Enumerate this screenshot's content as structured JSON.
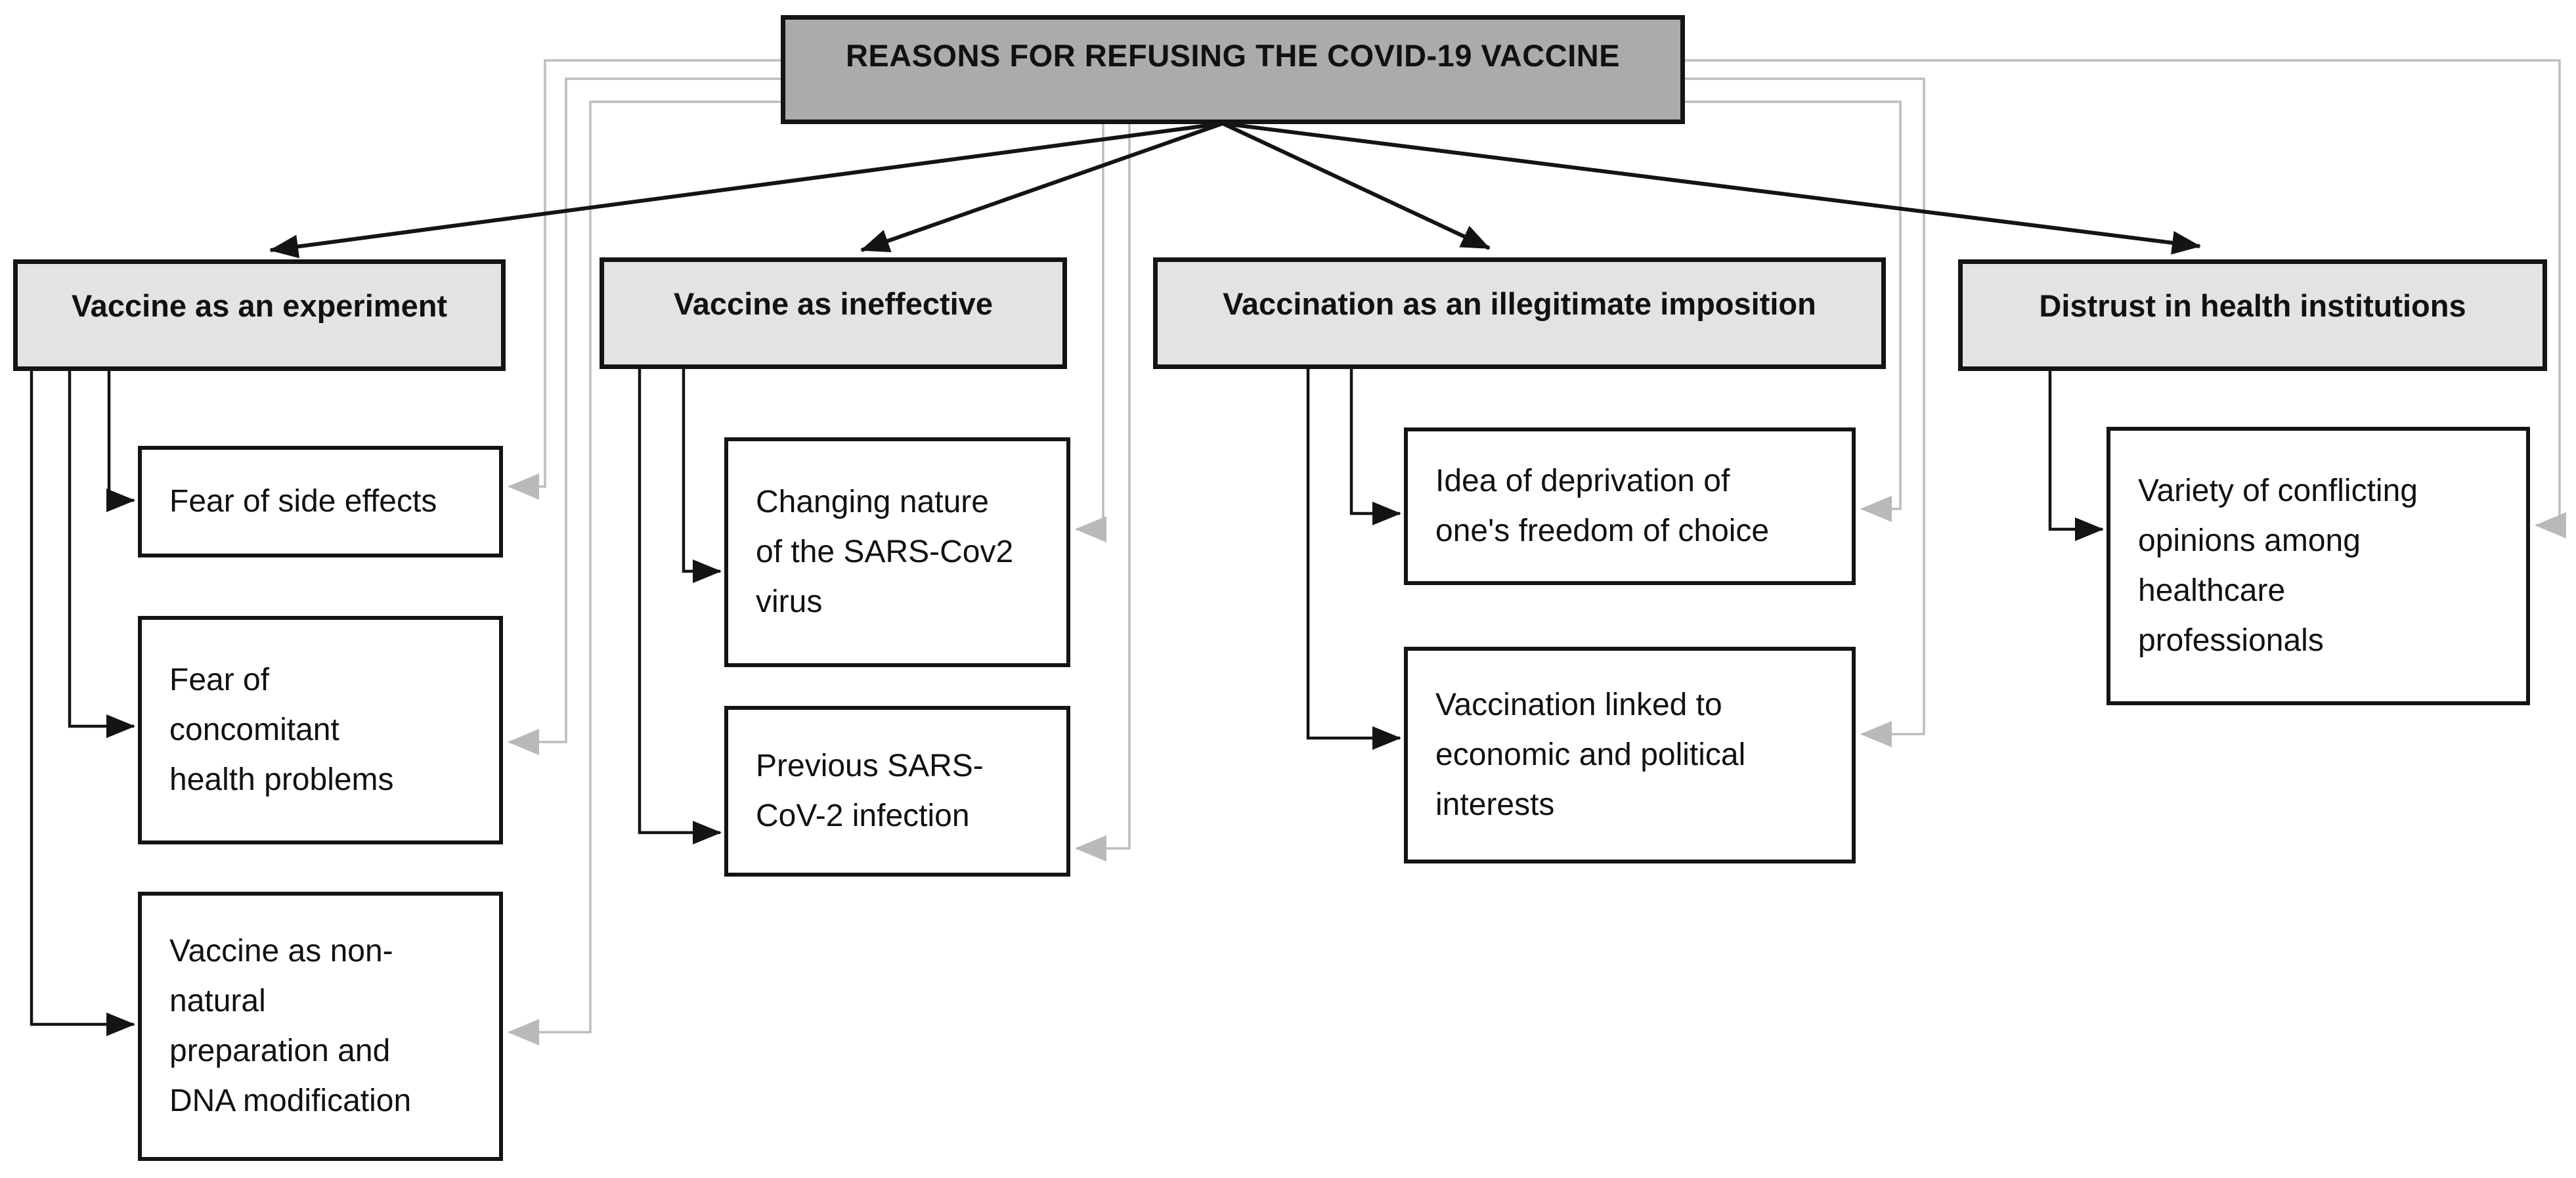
{
  "diagram": {
    "title": "REASONS FOR REFUSING THE COVID-19 VACCINE",
    "colors": {
      "title_fill": "#ababab",
      "category_fill": "#e3e3e3",
      "box_fill": "#ffffff",
      "line_black": "#141414",
      "line_gray": "#bdbdbd"
    },
    "categories": [
      {
        "label": "Vaccine as an experiment",
        "children": [
          {
            "label": "Fear of side effects"
          },
          {
            "label": "Fear of\nconcomitant\nhealth problems"
          },
          {
            "label": "Vaccine as non-\nnatural\npreparation and\nDNA modification"
          }
        ]
      },
      {
        "label": "Vaccine as ineffective",
        "children": [
          {
            "label": "Changing nature\nof the SARS-Cov2\nvirus"
          },
          {
            "label": "Previous SARS-\nCoV-2 infection"
          }
        ]
      },
      {
        "label": "Vaccination as an illegitimate imposition",
        "children": [
          {
            "label": "Idea of deprivation of\none's freedom of choice"
          },
          {
            "label": "Vaccination linked to\neconomic and political\ninterests"
          }
        ]
      },
      {
        "label": "Distrust in health institutions",
        "children": [
          {
            "label": "Variety of conflicting\nopinions among\nhealthcare\nprofessionals"
          }
        ]
      }
    ]
  }
}
